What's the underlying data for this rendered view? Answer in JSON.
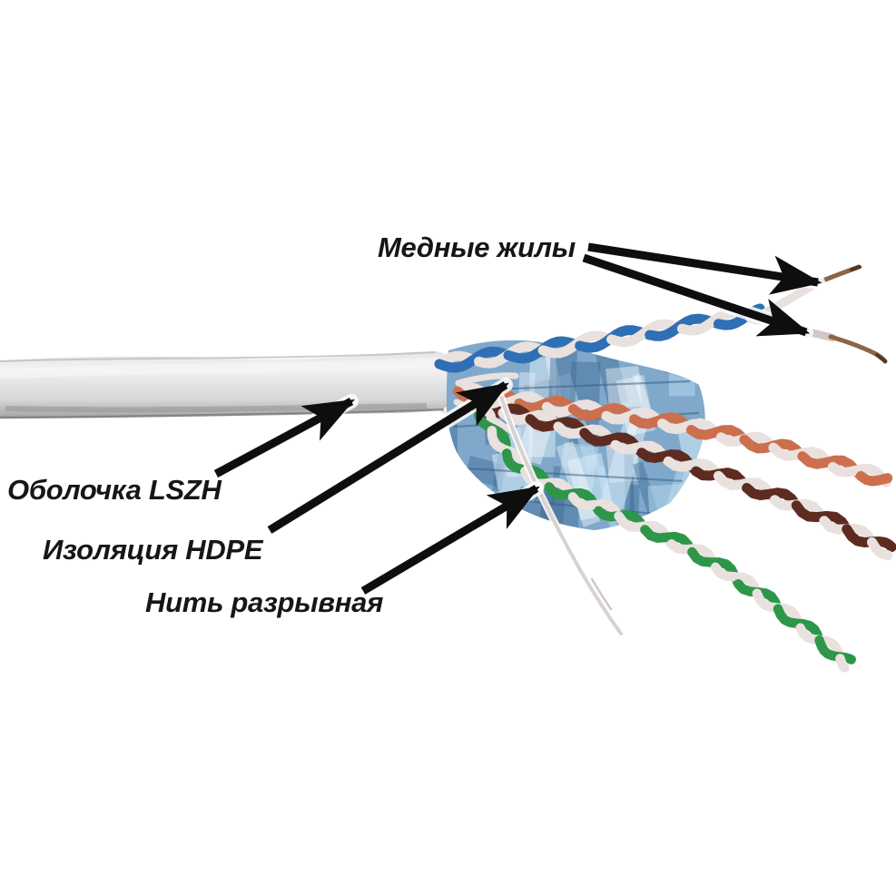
{
  "diagram": {
    "description": "Stripped FTP network cable with foil shield, four twisted pairs and labelled parts"
  },
  "labels": {
    "copper_conductors": "Медные жилы",
    "sheath": "Оболочка LSZH",
    "insulation": "Изоляция HDPE",
    "rip_cord": "Нить разрывная"
  },
  "arrows": [
    {
      "label": "copper_conductors",
      "target": "upper stripped copper conductor"
    },
    {
      "label": "copper_conductors",
      "target": "lower stripped copper conductor"
    },
    {
      "label": "sheath",
      "target": "grey outer cable jacket"
    },
    {
      "label": "insulation",
      "target": "wire insulation at cable opening"
    },
    {
      "label": "rip_cord",
      "target": "white rip thread"
    }
  ],
  "wire_pairs": [
    {
      "name": "blue-white pair",
      "color": "#2f6fb5"
    },
    {
      "name": "orange-white pair",
      "color": "#cc6f4e"
    },
    {
      "name": "brown-white pair",
      "color": "#5e2b20"
    },
    {
      "name": "green-white pair",
      "color": "#2e9648"
    }
  ],
  "colors": {
    "background": "#ffffff",
    "label_text": "#161616",
    "arrow": "#0e0e0e",
    "sheath_top": "#e3e3e3",
    "sheath_light": "#f2f2f2",
    "sheath_mid": "#d6d6d6",
    "sheath_shadow": "#a0a0a0",
    "foil_base": "#7fa8cb",
    "foil_light": "#d9ecf8",
    "foil_dark": "#3f6a94",
    "foil_deep": "#2f5a82",
    "foil_pale": "#bcdcf0",
    "pair_blue": "#2f6fb5",
    "pair_orange": "#cc6f4e",
    "pair_brown": "#5e2b20",
    "pair_green": "#2e9648",
    "strand_white": "#e9e1de",
    "sleeve": "#cfc8c4",
    "copper": "#8a6547",
    "copper_tip": "#54381f",
    "rip_cord": "#d8d2d0"
  }
}
